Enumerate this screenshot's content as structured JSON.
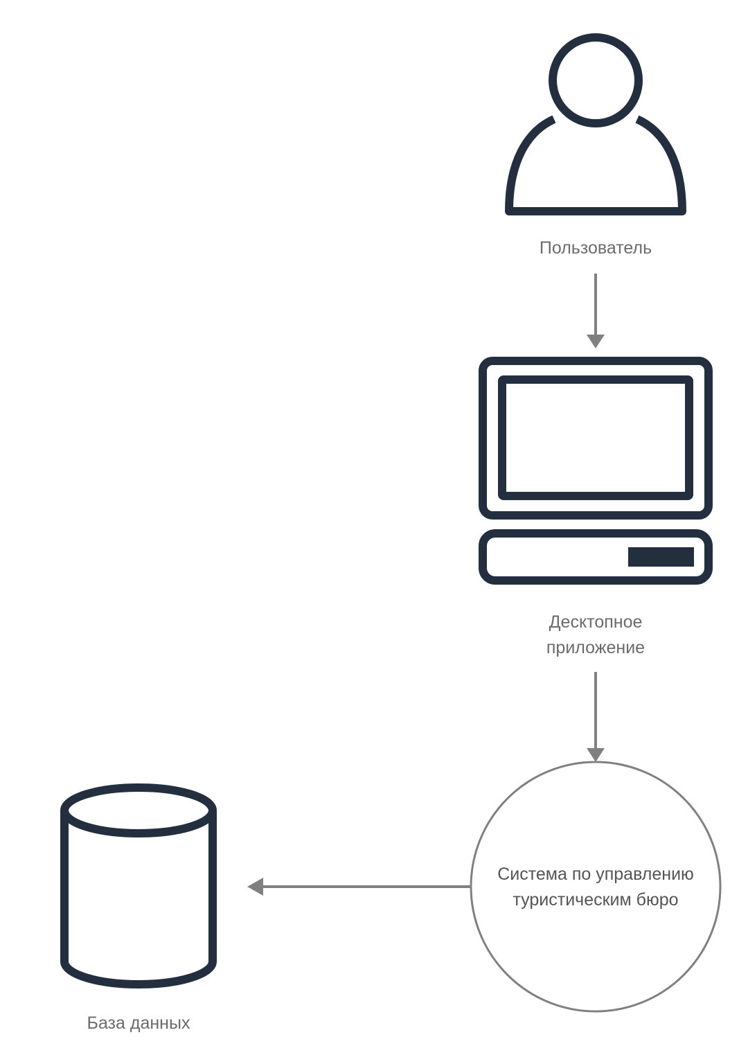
{
  "colors": {
    "icon_stroke": "#232f3e",
    "arrow": "#808080",
    "circle_stroke": "#808080",
    "label_text": "#6b6b6b",
    "background": "#ffffff"
  },
  "nodes": {
    "user": {
      "icon": "user-icon",
      "label": "Пользователь"
    },
    "desktop_app": {
      "icon": "desktop-computer-icon",
      "label_line1": "Десктопное",
      "label_line2": "приложение"
    },
    "system": {
      "shape": "circle",
      "label_line1": "Система по управлению",
      "label_line2": "туристическим бюро"
    },
    "database": {
      "icon": "database-icon",
      "label": "База данных"
    }
  },
  "edges": [
    {
      "from": "user",
      "to": "desktop_app"
    },
    {
      "from": "desktop_app",
      "to": "system"
    },
    {
      "from": "system",
      "to": "database"
    }
  ]
}
